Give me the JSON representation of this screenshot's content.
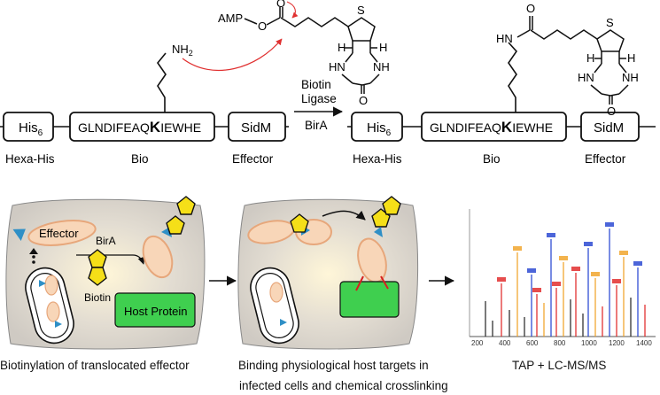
{
  "top": {
    "construct_left": {
      "boxes": [
        "His",
        "GLNDIFEAQ",
        "K",
        "IEWHE",
        "SidM"
      ],
      "his_subscript": "6",
      "labels": [
        "Hexa-His",
        "Bio",
        "Effector"
      ]
    },
    "construct_right": {
      "boxes": [
        "His",
        "GLNDIFEAQ",
        "K",
        "IEWHE",
        "SidM"
      ],
      "his_subscript": "6",
      "labels": [
        "Hexa-His",
        "Bio",
        "Effector"
      ]
    },
    "reaction": {
      "above_arrow": [
        "Biotin",
        "Ligase"
      ],
      "below_arrow": "BirA"
    },
    "chem_left": {
      "nh2": "NH",
      "nh2_sub": "2",
      "amp": "AMP",
      "o1": "O",
      "o2": "O",
      "s": "S",
      "h1": "H",
      "h2": "H",
      "hn": "HN",
      "nh": "NH",
      "o3": "O"
    },
    "chem_right": {
      "o": "O",
      "hn_amide": "HN",
      "s": "S",
      "h1": "H",
      "h2": "H",
      "hn": "HN",
      "nh": "NH",
      "o3": "O"
    }
  },
  "bottom": {
    "panel1": {
      "effector": "Effector",
      "birA": "BirA",
      "biotin": "Biotin",
      "host_protein": "Host Protein",
      "caption": "Biotinylation of translocated effector"
    },
    "panel2": {
      "caption_line1": "Binding physiological host targets in",
      "caption_line2": "infected cells and chemical crosslinking"
    },
    "panel3": {
      "caption": "TAP + LC-MS/MS",
      "x_ticks": [
        "200",
        "400",
        "600",
        "800",
        "1000",
        "1200",
        "1400"
      ]
    }
  },
  "colors": {
    "cell_bg": "#d2cec8",
    "effector_fill": "#f8d6b8",
    "effector_stroke": "#e7a77b",
    "host_protein_fill": "#3fcf4f",
    "biotin_yellow": "#f5df18",
    "tag_blue": "#2e8fc6",
    "crosslink_red": "#d62020",
    "arrow_red": "#e03030",
    "ms_blue": "#1f3fd0",
    "ms_orange": "#f0a020",
    "ms_red": "#e02020"
  }
}
